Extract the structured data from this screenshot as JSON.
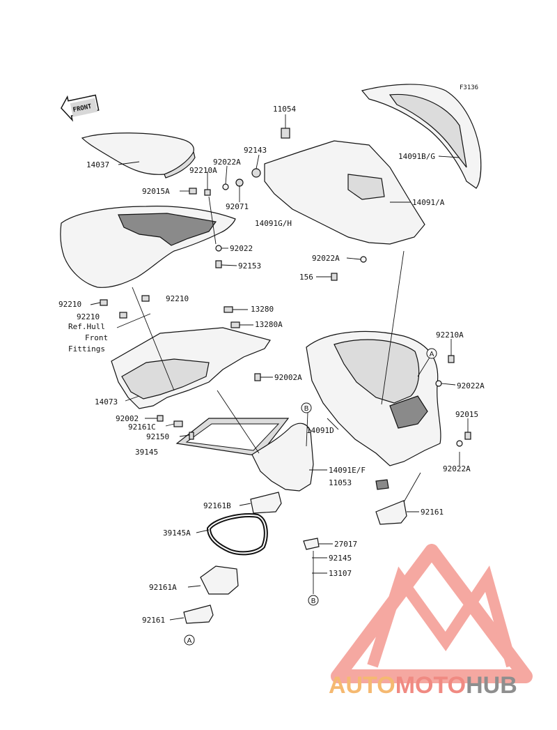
{
  "figure_code": "F3136",
  "front_arrow": "FRONT",
  "labels": {
    "p11054": "11054",
    "p92143": "92143",
    "p14091bg": "14091B/G",
    "p14037": "14037",
    "p92022a_top": "92022A",
    "p92210a_top": "92210A",
    "p92015a": "92015A",
    "p92071": "92071",
    "p14091a": "14091/A",
    "p14091gh": "14091G/H",
    "p92022": "92022",
    "p92153": "92153",
    "p92022a_mid": "92022A",
    "p156": "156",
    "p92210_left": "92210",
    "p92210_mid": "92210",
    "p92210_ref": "92210",
    "ref_hull": "Ref.Hull",
    "front_txt": "Front",
    "fittings_txt": "Fittings",
    "p13280": "13280",
    "p13280a": "13280A",
    "p92210a_right": "92210A",
    "p92002a": "92002A",
    "p92022a_right1": "92022A",
    "p14073": "14073",
    "p92002": "92002",
    "p92161c": "92161C",
    "p92150": "92150",
    "p39145": "39145",
    "p14091d": "14091D",
    "p92015": "92015",
    "p14091ef": "14091E/F",
    "p11053": "11053",
    "p92022a_right2": "92022A",
    "p92161b": "92161B",
    "p92161_right": "92161",
    "p39145a": "39145A",
    "p27017": "27017",
    "p92145": "92145",
    "p13107": "13107",
    "p92161a": "92161A",
    "p92161_bottom": "92161"
  },
  "refs": {
    "a_top": "A",
    "b_top": "B",
    "b_bottom": "B",
    "a_bottom": "A"
  },
  "watermark": {
    "part1": "AUTO",
    "part2": "MOTO",
    "part3": "HUB",
    "color1": "#f5b971",
    "color2": "#f08a82",
    "color3": "#8e8e8e",
    "logo_color": "#f28b82"
  }
}
